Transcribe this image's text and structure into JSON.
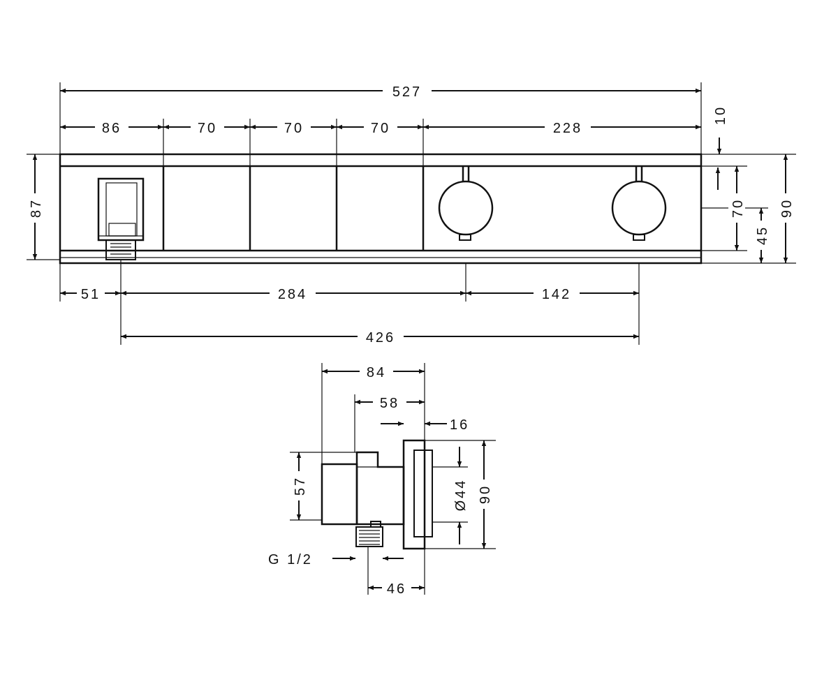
{
  "front_view": {
    "overall_width": "527",
    "segment_1": "86",
    "segment_2": "70",
    "segment_3": "70",
    "segment_4": "70",
    "segment_5": "228",
    "top_offset": "10",
    "panel_height": "87",
    "right_height_70": "70",
    "right_height_45": "45",
    "right_height_90": "90",
    "bottom_51": "51",
    "bottom_284": "284",
    "bottom_142": "142",
    "bottom_426": "426"
  },
  "side_view": {
    "depth_84": "84",
    "depth_58": "58",
    "depth_16": "16",
    "height_57": "57",
    "diameter_44": "Ø44",
    "height_90": "90",
    "thread": "G 1/2",
    "depth_46": "46"
  }
}
